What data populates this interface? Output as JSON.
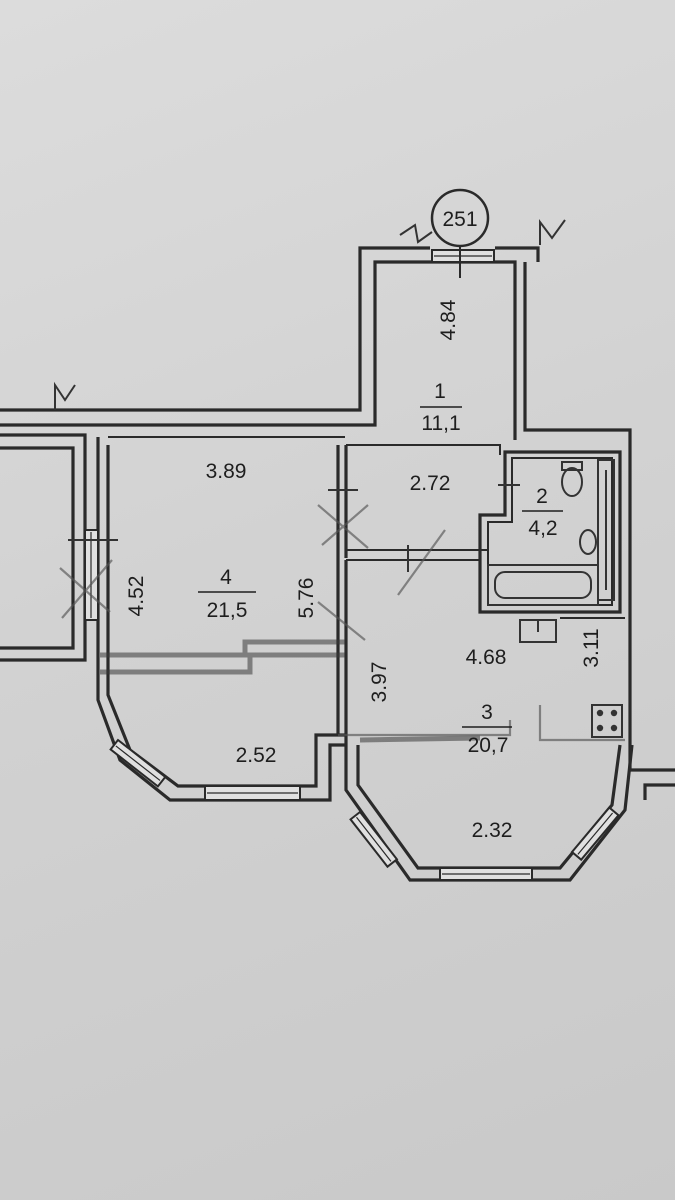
{
  "plan": {
    "apartment_number": "251",
    "rooms": [
      {
        "number": "1",
        "area": "11,1"
      },
      {
        "number": "2",
        "area": "4,2"
      },
      {
        "number": "3",
        "area": "20,7"
      },
      {
        "number": "4",
        "area": "21,5"
      }
    ],
    "dimensions": {
      "corridor_length": "4.84",
      "corridor_width": "2.72",
      "room4_width": "3.89",
      "room4_depth_left": "4.52",
      "room4_depth_right": "5.76",
      "room4_bay": "2.52",
      "room3_width": "4.68",
      "room3_depth_left": "3.97",
      "room3_depth_right": "3.11",
      "room3_bay": "2.32"
    }
  }
}
